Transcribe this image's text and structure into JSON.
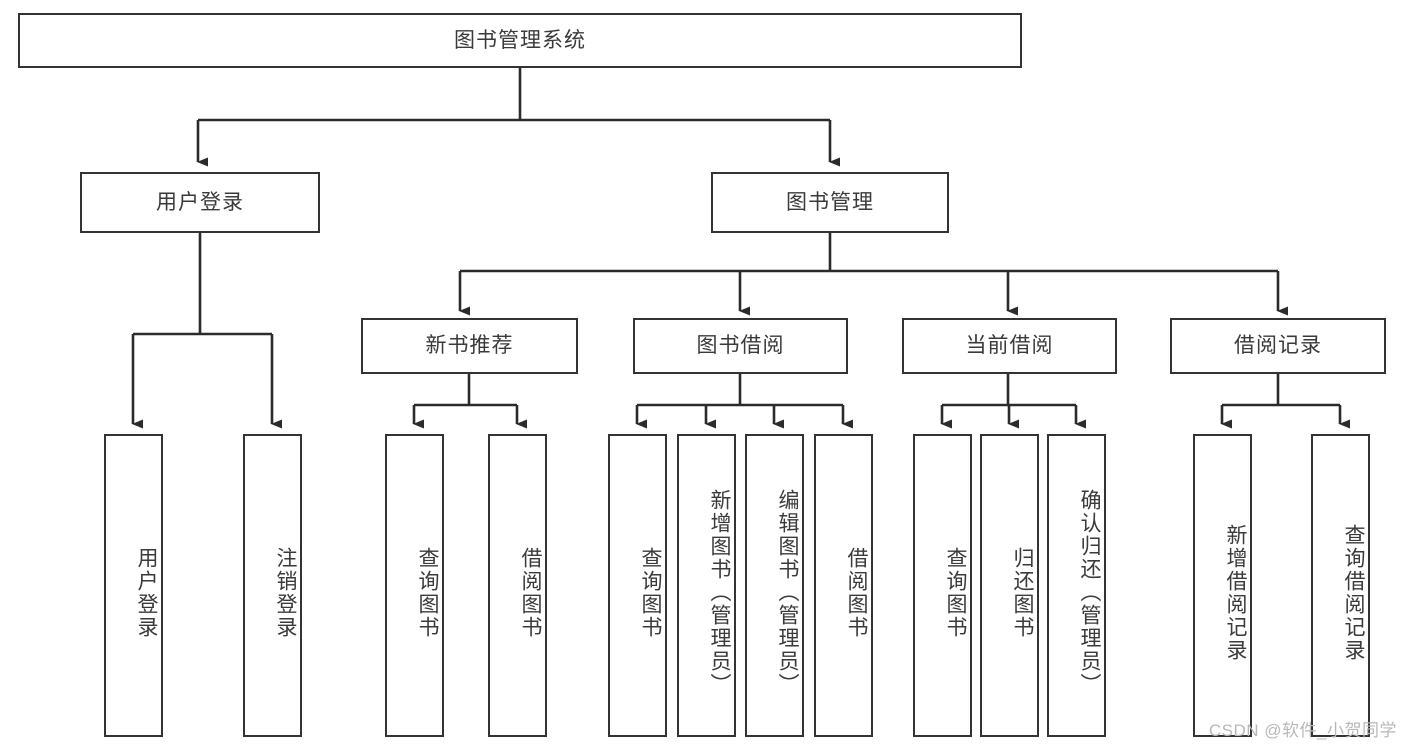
{
  "diagram": {
    "type": "tree-hierarchy-chart",
    "title": "图书管理系统",
    "colors": {
      "background": "#ffffff",
      "node_border": "#333333",
      "node_fill": "#ffffff",
      "text": "#3a3a3a",
      "connector": "#2b2b2b",
      "watermark": "#b8b8b8"
    },
    "root": {
      "label": "图书管理系统"
    },
    "level1": [
      {
        "id": "user-login",
        "label": "用户登录"
      },
      {
        "id": "book-manage",
        "label": "图书管理"
      }
    ],
    "level2": [
      {
        "id": "new-book-rec",
        "label": "新书推荐",
        "parent": "book-manage"
      },
      {
        "id": "book-borrow",
        "label": "图书借阅",
        "parent": "book-manage"
      },
      {
        "id": "current-borrow",
        "label": "当前借阅",
        "parent": "book-manage"
      },
      {
        "id": "borrow-record",
        "label": "借阅记录",
        "parent": "book-manage"
      }
    ],
    "leaves": [
      {
        "id": "leaf-user-login",
        "label": "用户登录",
        "parent": "user-login"
      },
      {
        "id": "leaf-logout",
        "label": "注销登录",
        "parent": "user-login"
      },
      {
        "id": "leaf-query-book-1",
        "label": "查询图书",
        "parent": "new-book-rec"
      },
      {
        "id": "leaf-borrow-book-1",
        "label": "借阅图书",
        "parent": "new-book-rec"
      },
      {
        "id": "leaf-query-book-2",
        "label": "查询图书",
        "parent": "book-borrow"
      },
      {
        "id": "leaf-add-book",
        "label": "新增图书（管理员）",
        "parent": "book-borrow"
      },
      {
        "id": "leaf-edit-book",
        "label": "编辑图书（管理员）",
        "parent": "book-borrow"
      },
      {
        "id": "leaf-borrow-book-2",
        "label": "借阅图书",
        "parent": "book-borrow"
      },
      {
        "id": "leaf-query-book-3",
        "label": "查询图书",
        "parent": "current-borrow"
      },
      {
        "id": "leaf-return-book",
        "label": "归还图书",
        "parent": "current-borrow"
      },
      {
        "id": "leaf-confirm-return",
        "label": "确认归还（管理员）",
        "parent": "current-borrow"
      },
      {
        "id": "leaf-add-record",
        "label": "新增借阅记录",
        "parent": "borrow-record"
      },
      {
        "id": "leaf-query-record",
        "label": "查询借阅记录",
        "parent": "borrow-record"
      }
    ],
    "watermark": "CSDN @软件_小贺同学"
  }
}
